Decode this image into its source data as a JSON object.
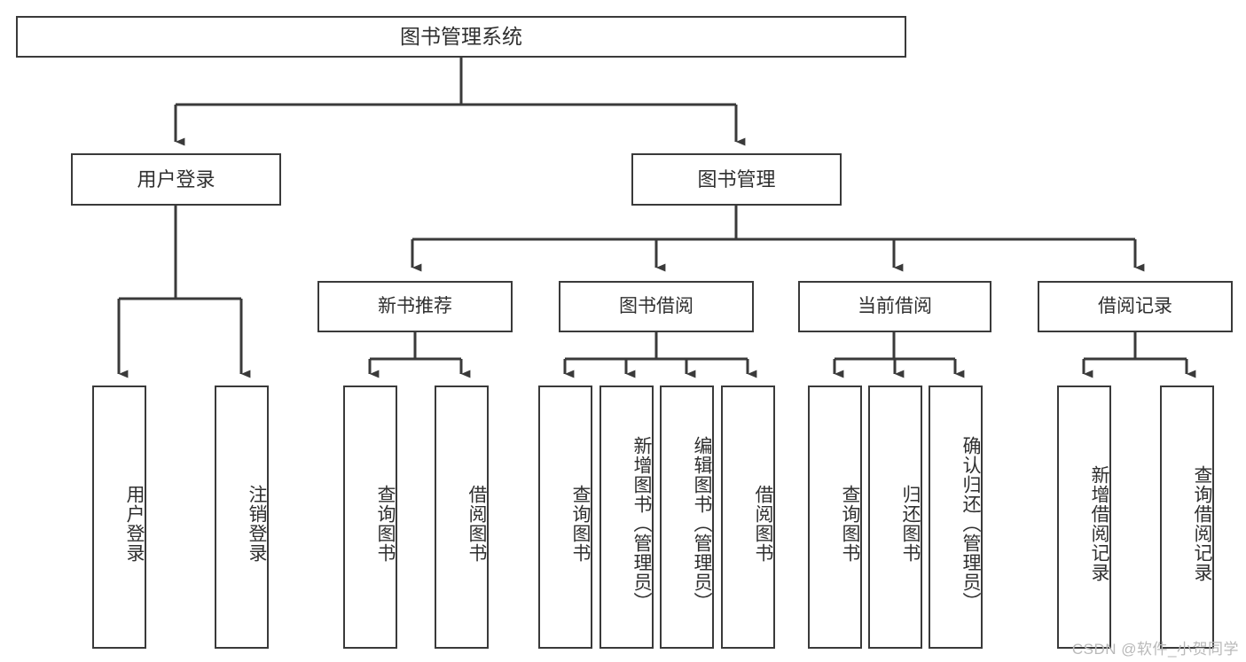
{
  "diagram": {
    "title": "图书管理系统",
    "type": "tree",
    "colors": {
      "box_border": "#3a3a3a",
      "box_fill": "#ffffff",
      "connector": "#3a3a3a",
      "text": "#2f2f2f",
      "watermark": "#b9b9b9",
      "background": "#ffffff"
    },
    "root": {
      "label": "图书管理系统"
    },
    "level2": [
      {
        "label": "用户登录"
      },
      {
        "label": "图书管理"
      }
    ],
    "level3": [
      {
        "label": "新书推荐"
      },
      {
        "label": "图书借阅"
      },
      {
        "label": "当前借阅"
      },
      {
        "label": "借阅记录"
      }
    ],
    "leaves": {
      "user_login": [
        {
          "label": "用户登录"
        },
        {
          "label": "注销登录"
        }
      ],
      "new_book_recommend": [
        {
          "label": "查询图书"
        },
        {
          "label": "借阅图书"
        }
      ],
      "book_borrow": [
        {
          "label": "查询图书"
        },
        {
          "label": "新增图书（管理员）"
        },
        {
          "label": "编辑图书（管理员）"
        },
        {
          "label": "借阅图书"
        }
      ],
      "current_borrow": [
        {
          "label": "查询图书"
        },
        {
          "label": "归还图书"
        },
        {
          "label": "确认归还（管理员）"
        }
      ],
      "borrow_record": [
        {
          "label": "新增借阅记录"
        },
        {
          "label": "查询借阅记录"
        }
      ]
    }
  },
  "watermark": {
    "text": "CSDN @软件_小贺同学"
  }
}
